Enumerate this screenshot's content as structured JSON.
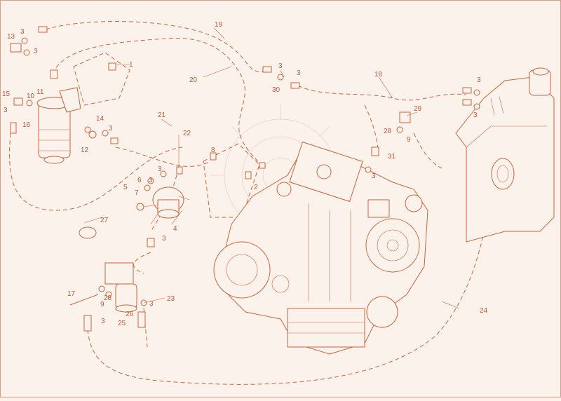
{
  "colors": {
    "line": "#c8663c",
    "background": "#fbf2ec",
    "label": "#b85b35"
  },
  "callouts": [
    "19",
    "13",
    "3",
    "3",
    "1",
    "20",
    "3",
    "3",
    "30",
    "18",
    "3",
    "3",
    "15",
    "10",
    "11",
    "3",
    "16",
    "29",
    "14",
    "3",
    "28",
    "9",
    "31",
    "12",
    "21",
    "22",
    "8",
    "3",
    "2",
    "6",
    "3",
    "5",
    "7",
    "3",
    "4",
    "27",
    "3",
    "17",
    "28",
    "9",
    "3",
    "3",
    "26",
    "25",
    "23",
    "24"
  ]
}
